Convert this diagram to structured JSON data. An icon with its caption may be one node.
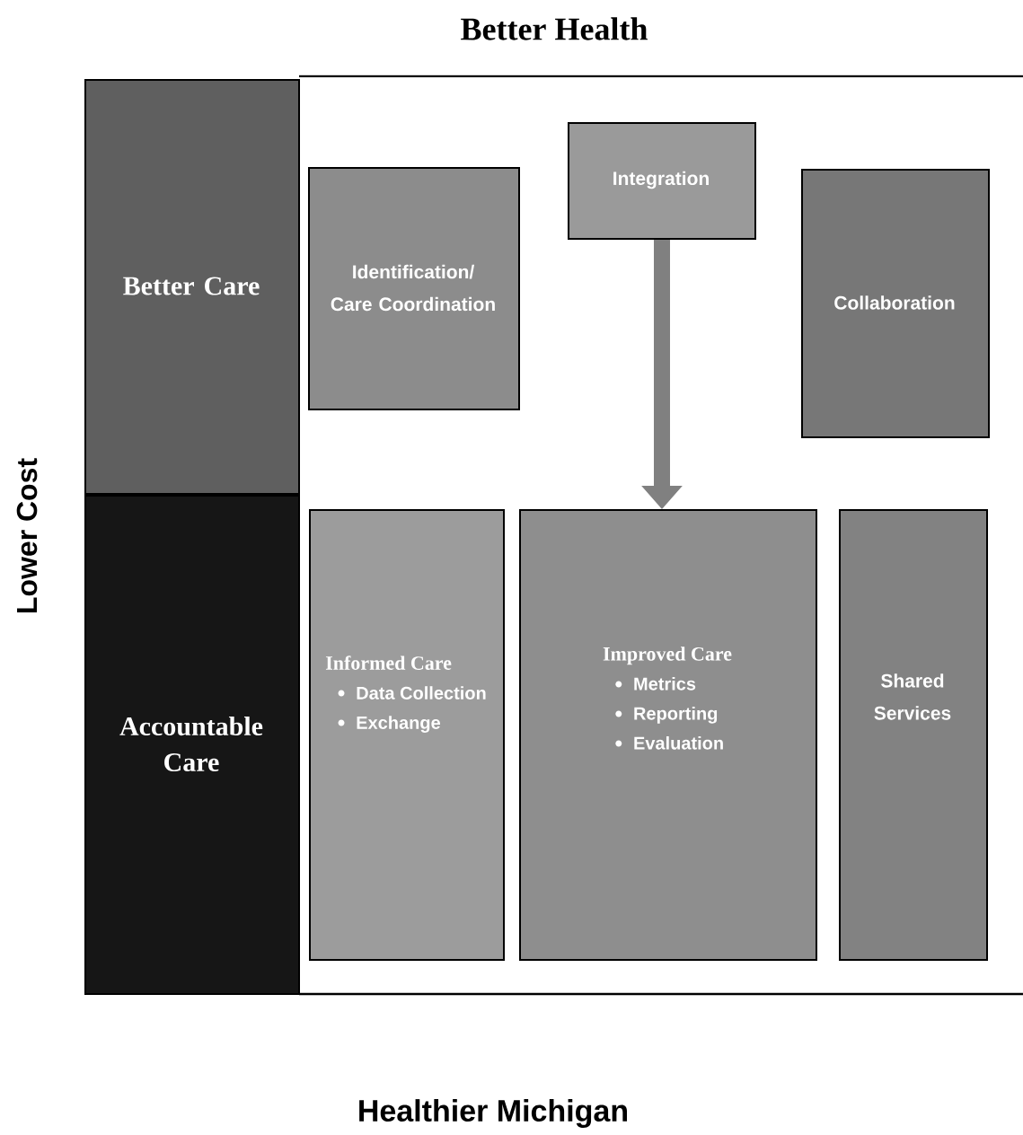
{
  "diagram": {
    "title": "Better Health",
    "nodes": [
      {
        "text": [
          "Better Care"
        ]
      },
      {
        "text": [
          "Accountable Care"
        ]
      },
      {
        "text": [
          "Identification/ Care Coordination"
        ]
      },
      {
        "text": [
          "Integration"
        ]
      },
      {
        "text": [
          "Collaboration"
        ]
      },
      {
        "text": [
          "Informed Care",
          "Data Collection",
          "Exchange"
        ]
      },
      {
        "text": [
          "Improved Care",
          "Metrics",
          "Reporting",
          "Evaluation"
        ]
      },
      {
        "text": [
          "Shared Services"
        ]
      }
    ],
    "edges": [
      {
        "from": 3,
        "to": 6,
        "arrow": "to"
      }
    ],
    "labels": [
      "Lower Cost",
      "Healthier Michigan"
    ]
  }
}
